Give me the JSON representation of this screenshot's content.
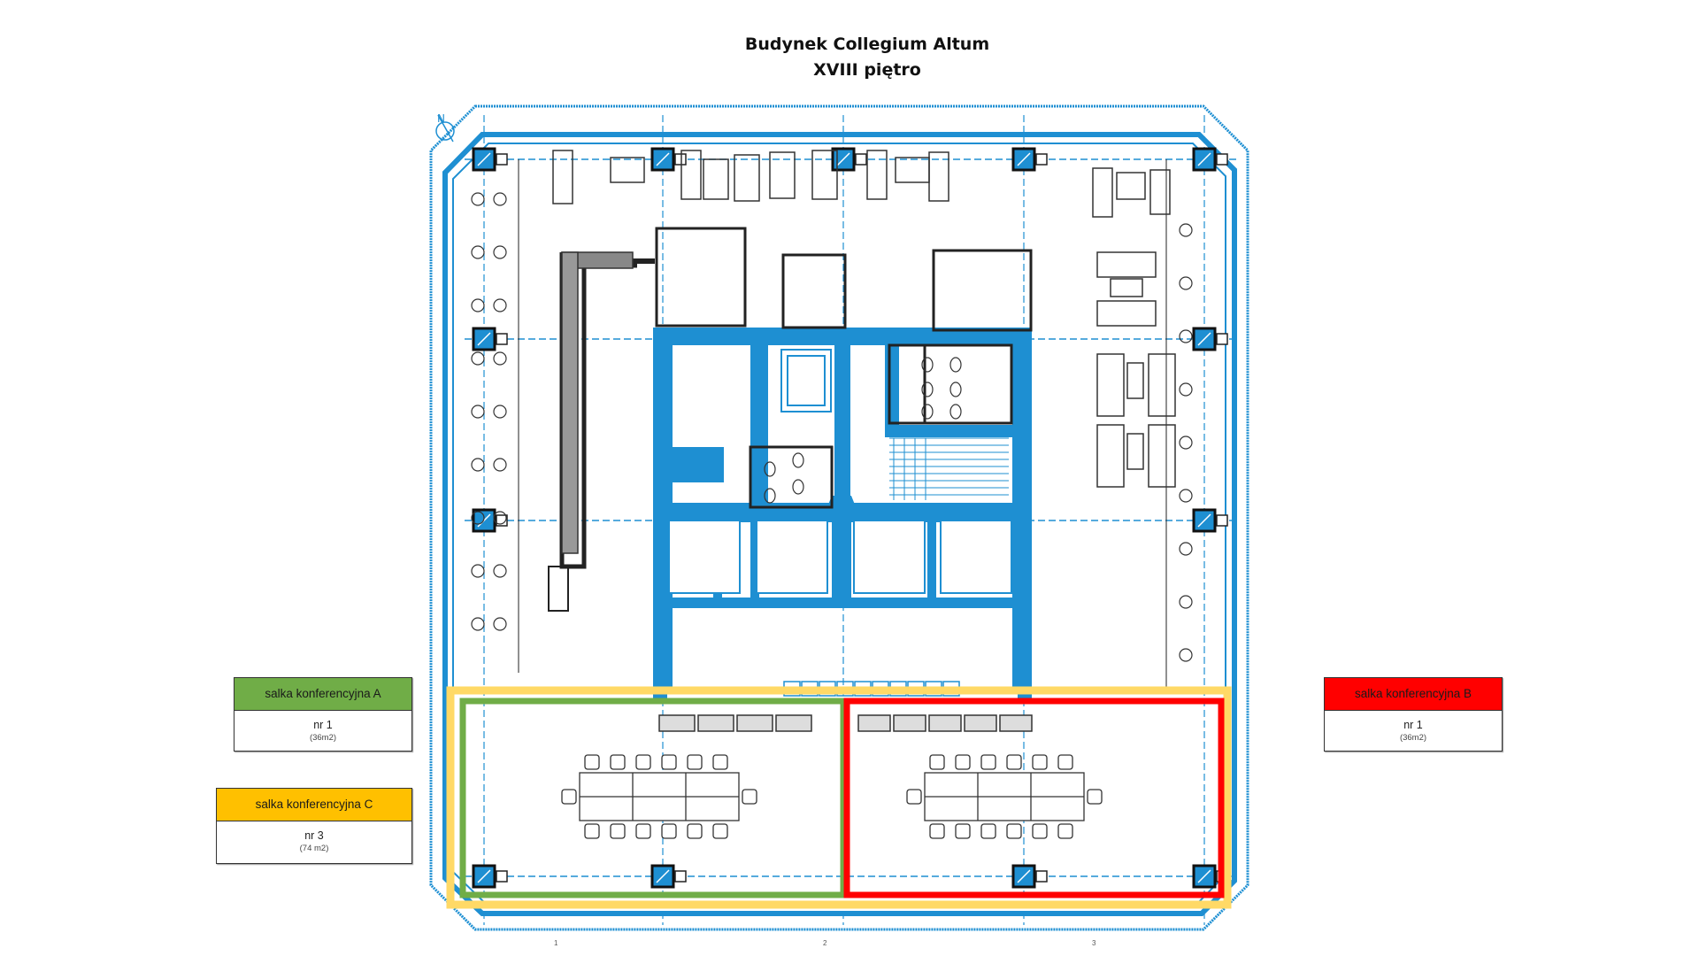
{
  "title": {
    "line1": "Budynek Collegium Altum",
    "line2": "XVIII piętro"
  },
  "legend": [
    {
      "id": "a",
      "label": "salka konferencyjna A",
      "number": "nr 1",
      "area": "(36m2)",
      "color": "#70AD47"
    },
    {
      "id": "b",
      "label": "salka konferencyjna B",
      "number": "nr 1",
      "area": "(36m2)",
      "color": "#FF0000"
    },
    {
      "id": "c",
      "label": "salka konferencyjna C",
      "number": "nr 3",
      "area": "(74 m2)",
      "color": "#FFC000"
    }
  ],
  "plan": {
    "structure_color": "#1E8FD2",
    "highlight_c_color": "#FFD966",
    "highlight_a_color": "#70AD47",
    "highlight_b_color": "#FF0000",
    "compass": "N",
    "axis_labels": [
      "1",
      "2",
      "3"
    ]
  }
}
